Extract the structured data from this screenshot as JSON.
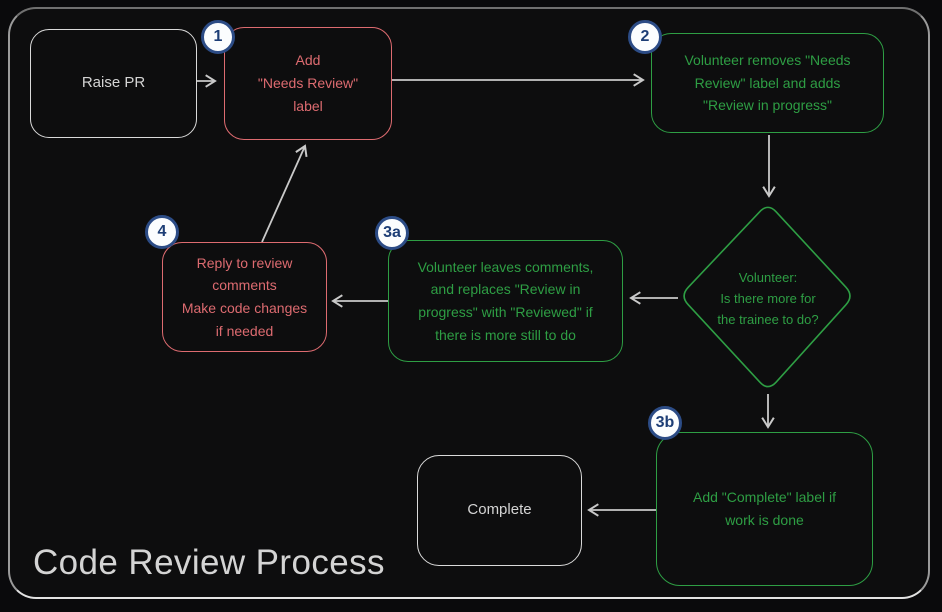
{
  "title": "Code Review Process",
  "colors": {
    "red": "#dd6b70",
    "green": "#2e9e44",
    "badge-border": "#2c4c86",
    "badge-text": "#1d3e76",
    "arrow": "#c9c9c9",
    "text-white": "#d4d4d4"
  },
  "nodes": {
    "raise_pr": {
      "label": "Raise PR"
    },
    "add_needs_review": {
      "badge": "1",
      "label": "Add\n\"Needs Review\"\nlabel"
    },
    "volunteer_removes": {
      "badge": "2",
      "label": "Volunteer removes \"Needs\nReview\" label and adds\n\"Review in progress\""
    },
    "decision": {
      "label": "Volunteer:\nIs there more for\nthe trainee to do?"
    },
    "leaves_comments": {
      "badge": "3a",
      "label": "Volunteer leaves comments,\nand replaces \"Review in\nprogress\" with \"Reviewed\" if\nthere is more still to do"
    },
    "reply_comments": {
      "badge": "4",
      "label": "Reply to review\ncomments\nMake code changes\nif needed"
    },
    "add_complete": {
      "badge": "3b",
      "label": "Add \"Complete\" label if\nwork is done"
    },
    "complete": {
      "label": "Complete"
    }
  },
  "edges": [
    {
      "from": "raise_pr",
      "to": "add_needs_review"
    },
    {
      "from": "add_needs_review",
      "to": "volunteer_removes"
    },
    {
      "from": "volunteer_removes",
      "to": "decision"
    },
    {
      "from": "decision",
      "to": "leaves_comments"
    },
    {
      "from": "leaves_comments",
      "to": "reply_comments"
    },
    {
      "from": "reply_comments",
      "to": "add_needs_review"
    },
    {
      "from": "decision",
      "to": "add_complete"
    },
    {
      "from": "add_complete",
      "to": "complete"
    }
  ]
}
